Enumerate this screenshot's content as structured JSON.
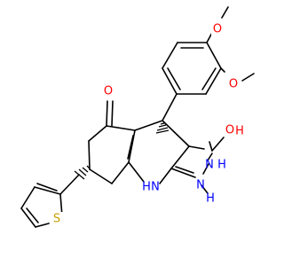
{
  "molecule": {
    "atom_labels": {
      "methoxy_o_top": "O",
      "methoxy_o_mid": "O",
      "ketone_o": "O",
      "hydroxy_o": "O",
      "hydroxy_h": "H",
      "pyrazole_nh_upper": "N",
      "pyrazole_h_upper": "H",
      "pyrazole_nh_lower": "N",
      "pyrazole_h_lower": "H",
      "amine_n": "N",
      "amine_h": "H",
      "thiophene_s": "S"
    },
    "colors": {
      "bond": "#000000",
      "oxygen": "#ff0000",
      "nitrogen": "#0000ff",
      "sulfur": "#c8a000",
      "stereo_wedge": "#000000"
    }
  }
}
